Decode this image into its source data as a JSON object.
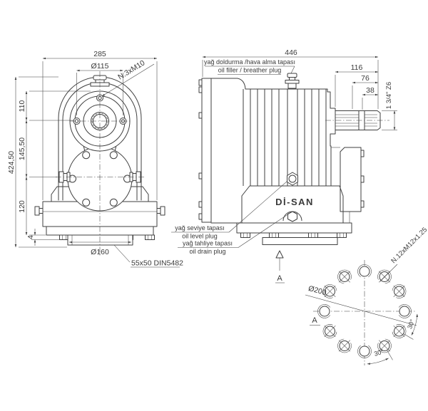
{
  "front_view": {
    "dim_width": "285",
    "dim_bolt_circle": "Ø115",
    "dim_tap_holes": "N.3xM10",
    "dim_height_top": "110",
    "dim_height_total": "424,50",
    "dim_height_mid": "145,50",
    "dim_height_base": "120",
    "dim_base_lip": "4",
    "dim_flange": "Ø160",
    "spline_spec": "55x50 DIN5482"
  },
  "side_view": {
    "dim_width": "446",
    "dim_shaft_total": "116",
    "dim_spline_len": "76",
    "dim_groove": "38",
    "shaft_spec": "1 3/4\" Z6",
    "filler_label_tr": "yağ doldurma /hava alma tapası",
    "filler_label_en": "oil filler / breather plug",
    "level_label_tr": "yağ seviye tapası",
    "level_label_en": "oil level plug",
    "drain_label_tr": "yağ tahliye tapası",
    "drain_label_en": "oil drain plug",
    "brand": "Dİ-SAN",
    "view_arrow_label": "A"
  },
  "bolt_circle_view": {
    "view_label": "A",
    "dim_diameter": "Ø200",
    "holes_spec": "N.12xM12x1.25",
    "angle_label_1": "30°",
    "angle_label_2": "30°",
    "holes_total": 12,
    "angle_step_deg": 30,
    "plain_hole_angles_deg": [
      0,
      90,
      180,
      270
    ]
  },
  "colors": {
    "line": "#3f3f3f",
    "text": "#3a3a3a",
    "background": "#ffffff"
  }
}
